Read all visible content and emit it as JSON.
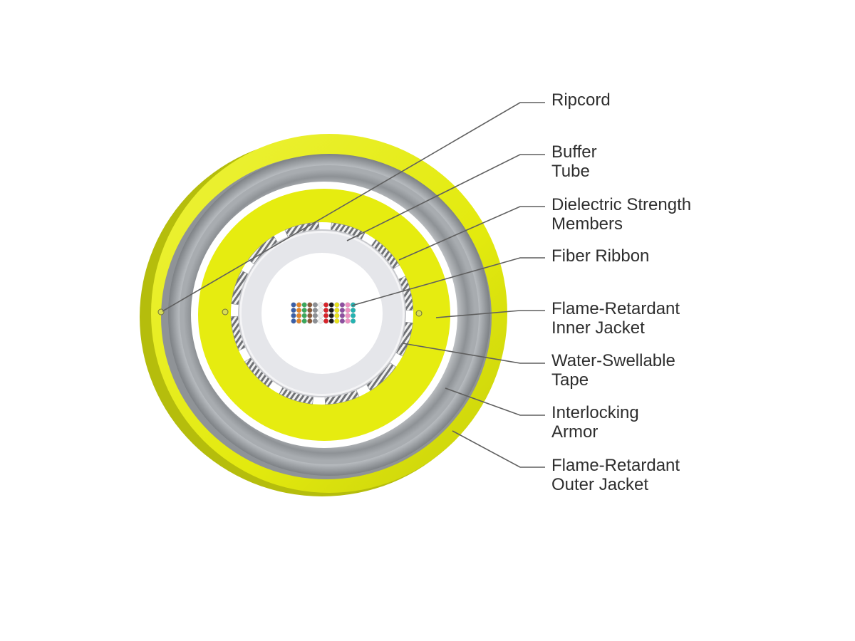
{
  "labels": {
    "ripcord": {
      "line1": "Ripcord",
      "line2": ""
    },
    "buffer_tube": {
      "line1": "Buffer",
      "line2": "Tube"
    },
    "strength_members": {
      "line1": "Dielectric Strength",
      "line2": "Members"
    },
    "fiber_ribbon": {
      "line1": "Fiber Ribbon",
      "line2": ""
    },
    "inner_jacket": {
      "line1": "Flame-Retardant",
      "line2": "Inner Jacket"
    },
    "water_tape": {
      "line1": "Water-Swellable",
      "line2": "Tape"
    },
    "armor": {
      "line1": "Interlocking",
      "line2": "Armor"
    },
    "outer_jacket": {
      "line1": "Flame-Retardant",
      "line2": "Outer Jacket"
    }
  },
  "colors": {
    "jacket_yellow": "#e6ec10",
    "jacket_edge": "#b9c30e",
    "armor_gray": "#9a9ea1",
    "buffer_tube": "#e6e7ea",
    "fiber_colors": [
      "#3a5fa8",
      "#e2832a",
      "#3aa85b",
      "#8a5a3a",
      "#8c8f94",
      "#eeeeee",
      "#d8232a",
      "#1a1a1a",
      "#e7e21b",
      "#8e4fa0",
      "#ee8fc1",
      "#23b3b1"
    ]
  },
  "fiber_ribbon": {
    "rows": 4,
    "columns": 12
  }
}
